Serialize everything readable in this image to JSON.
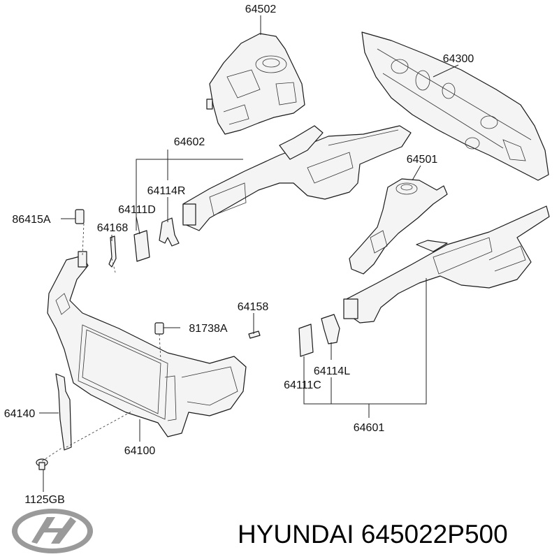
{
  "parts": [
    {
      "key": "p64502",
      "number": "64502"
    },
    {
      "key": "p64300",
      "number": "64300"
    },
    {
      "key": "p64602",
      "number": "64602"
    },
    {
      "key": "p64114R",
      "number": "64114R"
    },
    {
      "key": "p64111D",
      "number": "64111D"
    },
    {
      "key": "p64501",
      "number": "64501"
    },
    {
      "key": "p86415A",
      "number": "86415A"
    },
    {
      "key": "p64168",
      "number": "64168"
    },
    {
      "key": "p64158",
      "number": "64158"
    },
    {
      "key": "p81738A",
      "number": "81738A"
    },
    {
      "key": "p64114L",
      "number": "64114L"
    },
    {
      "key": "p64111C",
      "number": "64111C"
    },
    {
      "key": "p64140",
      "number": "64140"
    },
    {
      "key": "p64601",
      "number": "64601"
    },
    {
      "key": "p64100",
      "number": "64100"
    },
    {
      "key": "p1125GB",
      "number": "1125GB"
    }
  ],
  "brand": {
    "logo_icon": "hyundai-logo-icon",
    "caption": "HYUNDAI 645022P500"
  }
}
